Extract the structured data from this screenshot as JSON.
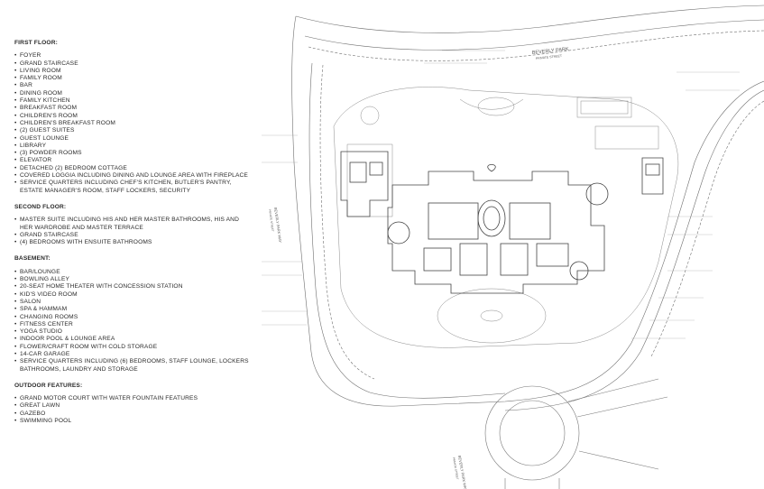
{
  "legend": {
    "sections": [
      {
        "title": "FIRST FLOOR:",
        "items": [
          "FOYER",
          "GRAND STAIRCASE",
          "LIVING ROOM",
          "FAMILY ROOM",
          "BAR",
          "DINING ROOM",
          "FAMILY KITCHEN",
          "BREAKFAST ROOM",
          "CHILDREN'S ROOM",
          "CHILDREN'S BREAKFAST ROOM",
          "(2) GUEST SUITES",
          "GUEST LOUNGE",
          "LIBRARY",
          "(3) POWDER ROOMS",
          "ELEVATOR",
          "DETACHED (2) BEDROOM COTTAGE",
          "COVERED LOGGIA INCLUDING DINING AND LOUNGE AREA WITH FIREPLACE",
          "SERVICE QUARTERS INCLUDING CHEF'S KITCHEN, BUTLER'S PANTRY, ESTATE MANAGER'S ROOM, STAFF LOCKERS, SECURITY"
        ]
      },
      {
        "title": "SECOND FLOOR:",
        "items": [
          "MASTER SUITE INCLUDING HIS AND HER MASTER BATHROOMS, HIS AND HER WARDROBE AND MASTER TERRACE",
          "GRAND STAIRCASE",
          "(4) BEDROOMS WITH ENSUITE BATHROOMS"
        ]
      },
      {
        "title": "BASEMENT:",
        "items": [
          "BAR/LOUNGE",
          "BOWLING ALLEY",
          "20-SEAT HOME THEATER WITH CONCESSION STATION",
          "KID'S VIDEO ROOM",
          "SALON",
          "SPA & HAMMAM",
          "CHANGING ROOMS",
          "FITNESS CENTER",
          "YOGA STUDIO",
          "INDOOR POOL & LOUNGE AREA",
          "FLOWER/CRAFT ROOM WITH COLD STORAGE",
          "14-CAR GARAGE",
          "SERVICE QUARTERS INCLUDING (6) BEDROOMS, STAFF LOUNGE, LOCKERS BATHROOMS, LAUNDRY AND STORAGE"
        ]
      },
      {
        "title": "OUTDOOR FEATURES:",
        "items": [
          "GRAND MOTOR COURT WITH WATER FOUNTAIN FEATURES",
          "GREAT LAWN",
          "GAZEBO",
          "SWIMMING POOL"
        ]
      }
    ]
  },
  "plan": {
    "road_top": "BEVERLY PARK",
    "road_top_sub": "PRIVATE STREET",
    "road_bottom": "BEVERLY PARK WAY",
    "road_bottom_sub": "PRIVATE STREET",
    "road_left": "BEVERLY PARK WAY",
    "road_left_sub": "PRIVATE STREET"
  }
}
